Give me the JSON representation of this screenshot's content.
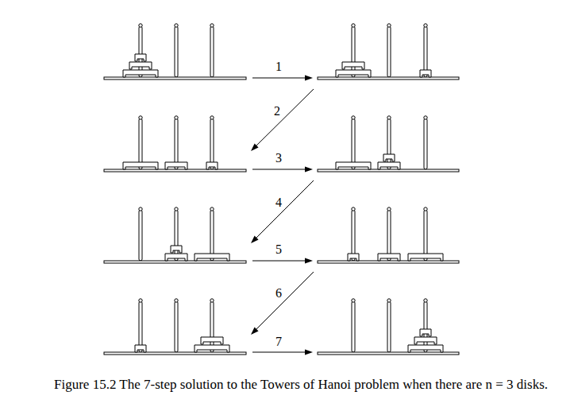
{
  "diagram": {
    "caption": "Figure 15.2 The 7-step solution to the Towers of Hanoi problem when there are n = 3 disks.",
    "labels": [
      "1",
      "2",
      "3",
      "4",
      "5",
      "6",
      "7"
    ]
  }
}
